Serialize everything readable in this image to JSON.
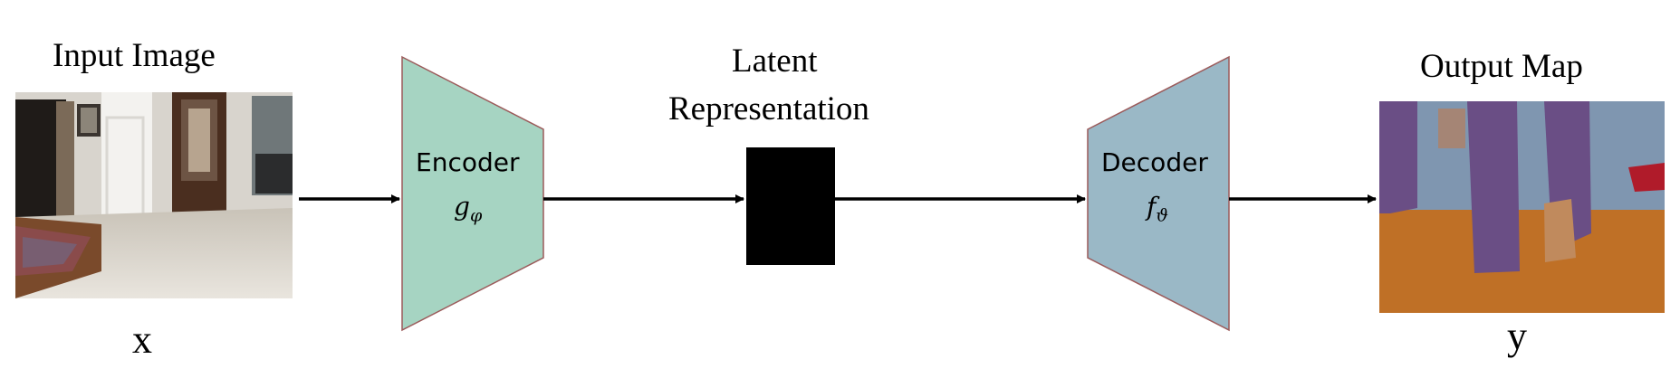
{
  "input": {
    "title": "Input Image",
    "var": "x"
  },
  "encoder": {
    "label": "Encoder",
    "symbol_base": "g",
    "symbol_sub": "φ",
    "fill": "#a6d4c2",
    "stroke": "#9b5a5a"
  },
  "latent": {
    "title_line1": "Latent",
    "title_line2": "Representation",
    "fill": "#000000"
  },
  "decoder": {
    "label": "Decoder",
    "symbol_base": "f",
    "symbol_sub": "ϑ",
    "fill": "#9ab8c6",
    "stroke": "#9b5a5a"
  },
  "output": {
    "title": "Output Map",
    "var": "y"
  },
  "colors": {
    "arrow": "#000000",
    "map_background": "#bf7026",
    "map_purple": "#6a4e85",
    "map_blue_gray": "#7f96b0",
    "map_red": "#b01b2a",
    "map_tan": "#c08a5d"
  }
}
